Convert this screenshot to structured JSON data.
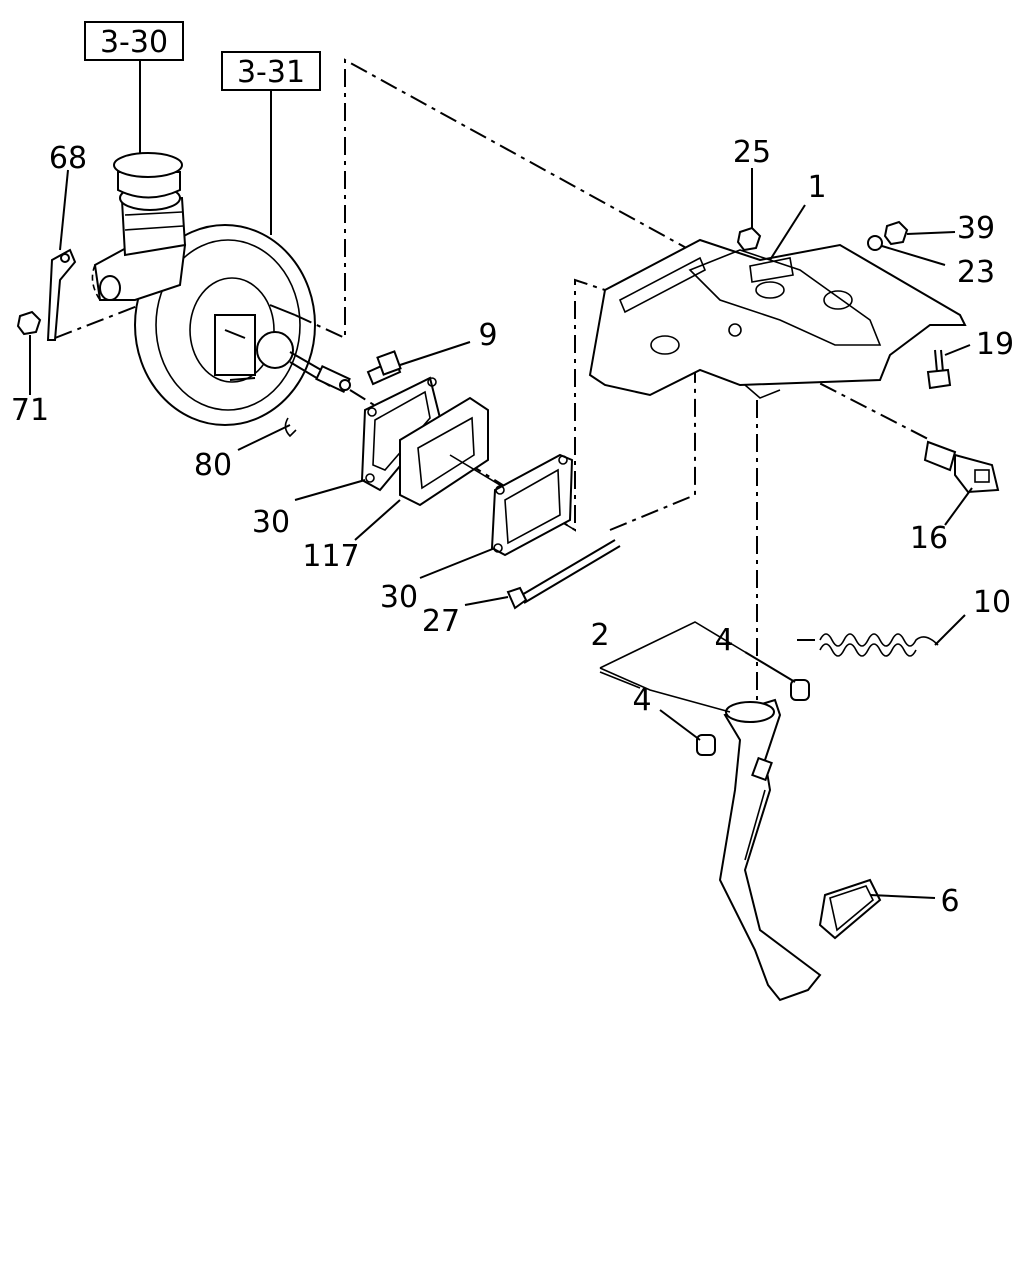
{
  "diagram": {
    "ref_boxes": [
      "3-30",
      "3-31"
    ],
    "callouts": {
      "c1": "1",
      "c2": "2",
      "c4a": "4",
      "c4b": "4",
      "c6": "6",
      "c9": "9",
      "c10": "10",
      "c16": "16",
      "c19": "19",
      "c23": "23",
      "c25": "25",
      "c27": "27",
      "c30a": "30",
      "c30b": "30",
      "c39": "39",
      "c68": "68",
      "c71": "71",
      "c80": "80",
      "c117": "117"
    }
  }
}
